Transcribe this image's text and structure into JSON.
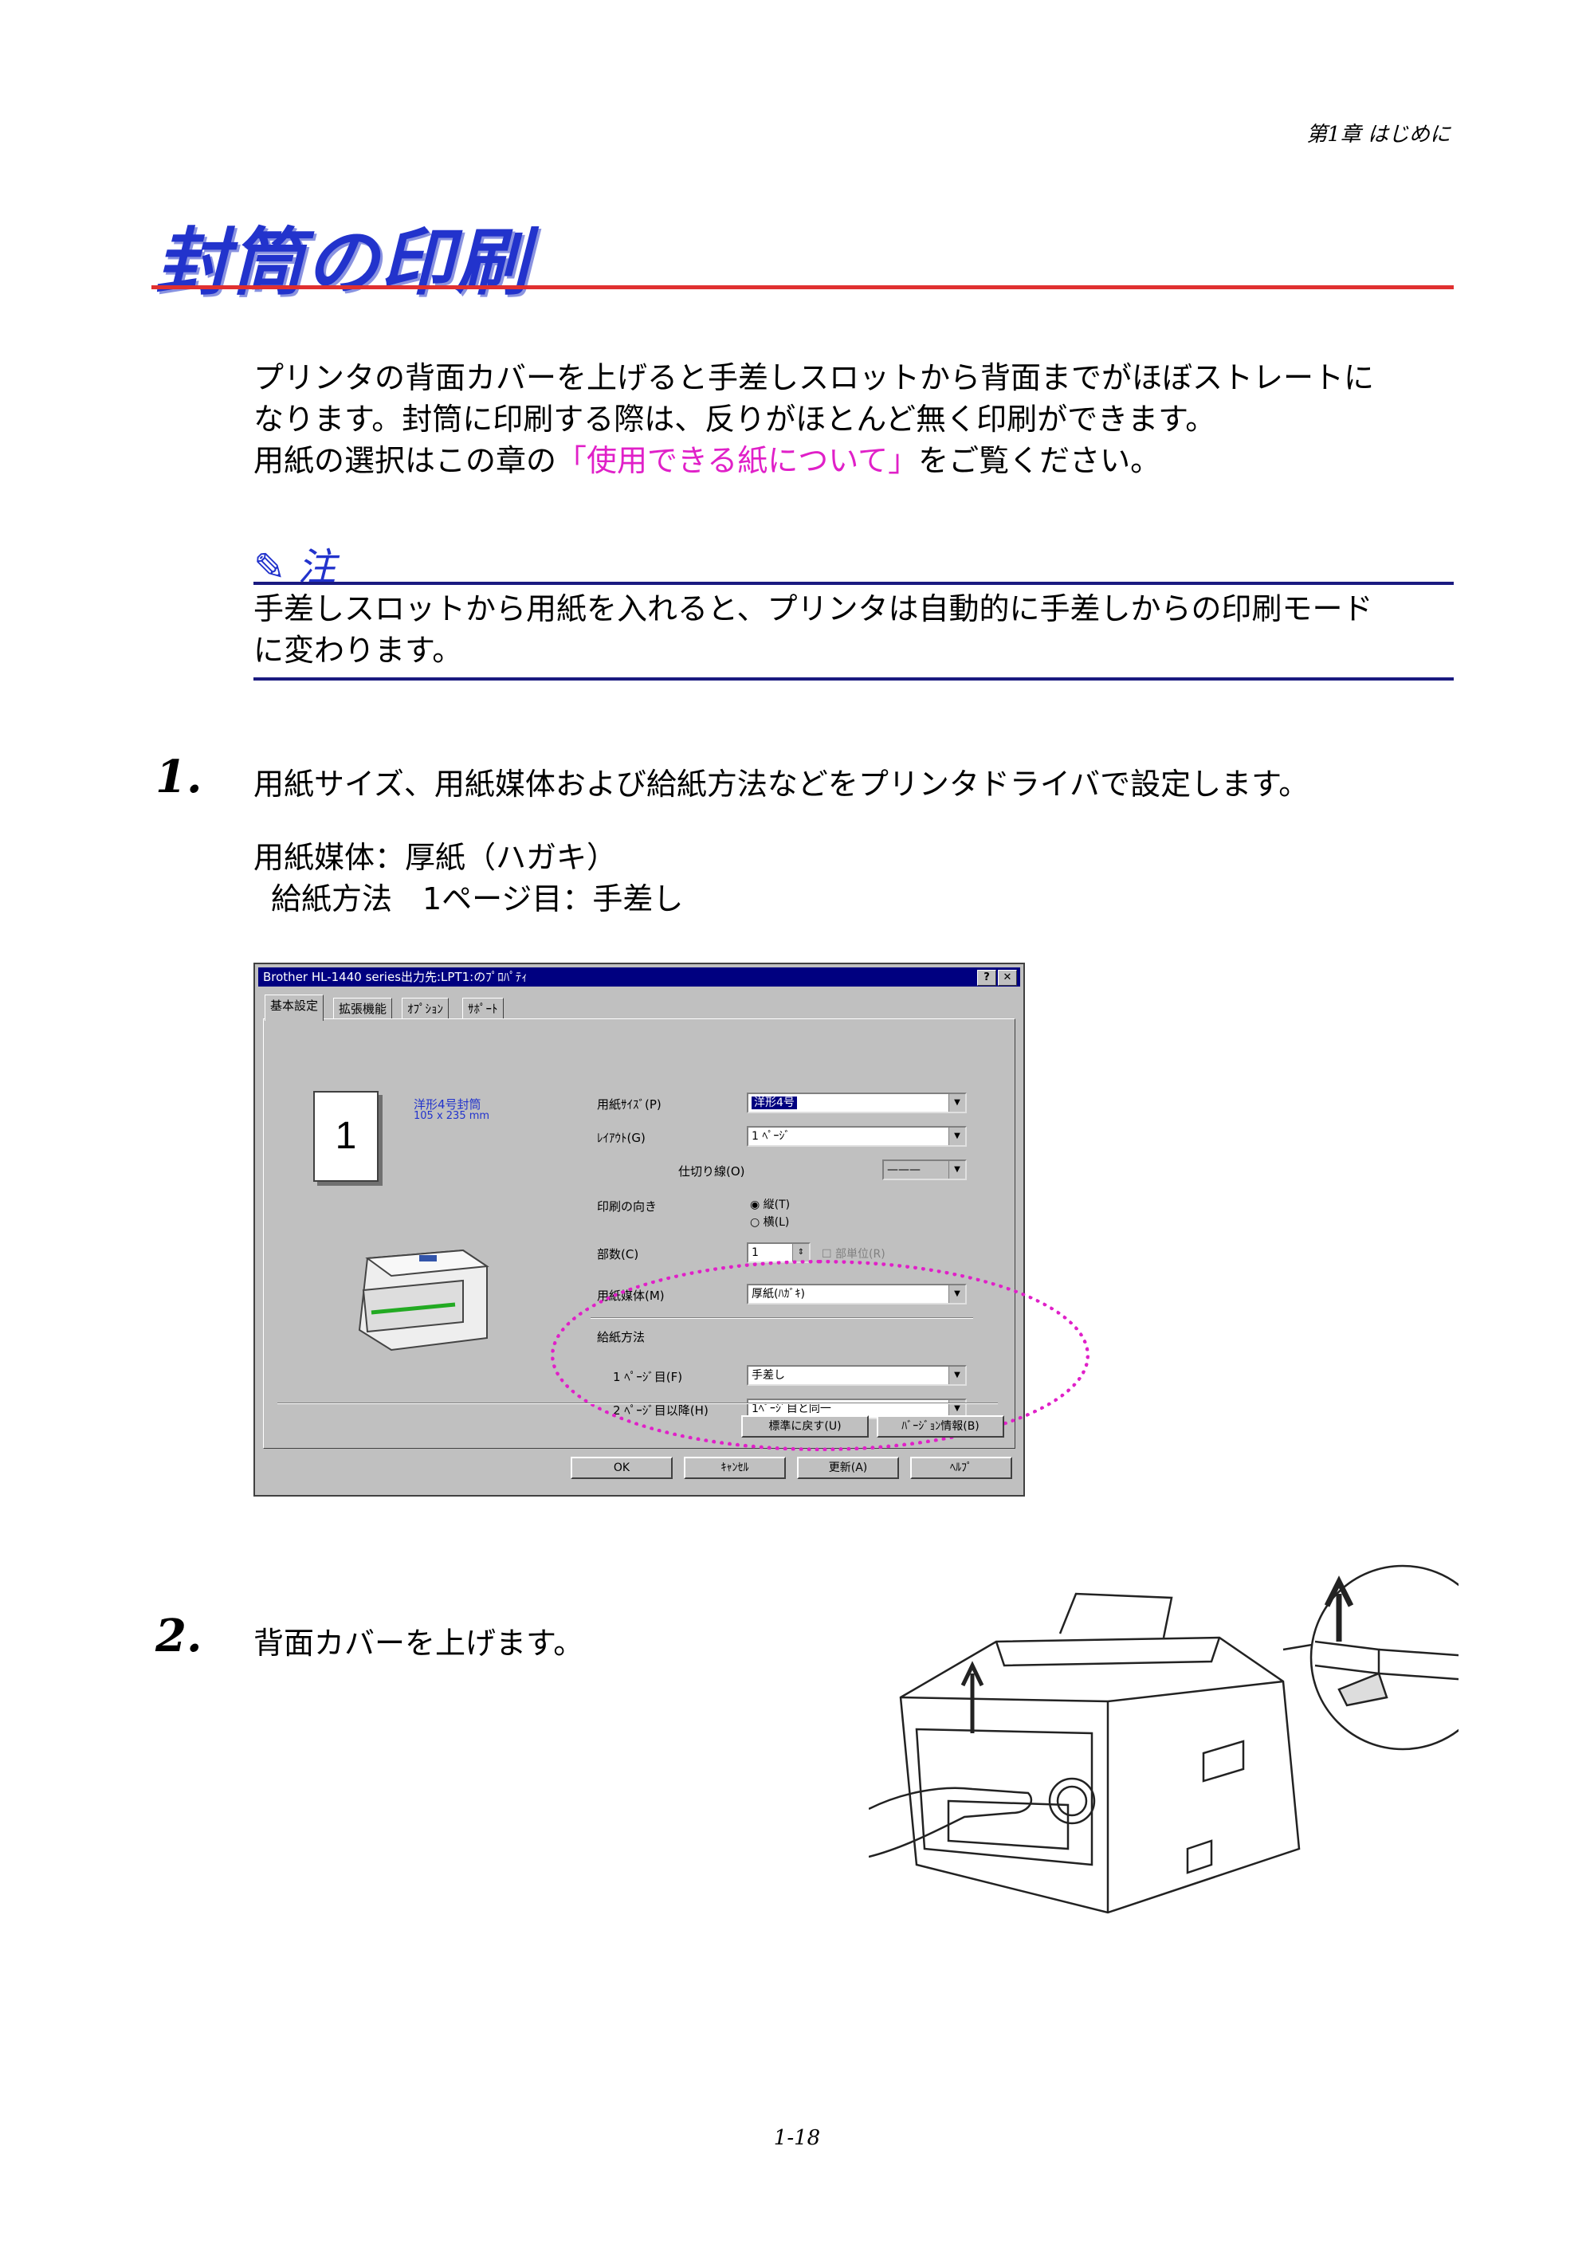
{
  "header": {
    "chapter": "第1章 はじめに"
  },
  "title": "封筒の印刷",
  "intro": {
    "line1": "プリンタの背面カバーを上げると手差しスロットから背面までがほぼストレートに",
    "line2": "なります。封筒に印刷する際は、反りがほとんど無く印刷ができます。",
    "line3_pre": "用紙の選択はこの章の",
    "line3_link": "「使用できる紙について」",
    "line3_post": "をご覧ください。"
  },
  "note": {
    "heading": "注",
    "line1": "手差しスロットから用紙を入れると、プリンタは自動的に手差しからの印刷モード",
    "line2": "に変わります。"
  },
  "steps": [
    {
      "num": "1.",
      "text": "用紙サイズ、用紙媒体および給紙方法などをプリンタドライバで設定します。"
    },
    {
      "num": "2.",
      "text": "背面カバーを上げます。"
    }
  ],
  "settings": {
    "line1": "用紙媒体：厚紙（ハガキ）",
    "line2": "給紙方法　1ページ目：手差し"
  },
  "dialog": {
    "title": "Brother HL-1440 series出力先:LPT1:のﾌﾟﾛﾊﾟﾃｨ",
    "help_btn": "?",
    "close_btn": "✕",
    "tabs": [
      "基本設定",
      "拡張機能",
      "ｵﾌﾟｼｮﾝ",
      "ｻﾎﾟｰﾄ"
    ],
    "page_number": "1",
    "paper_name": "洋形4号封筒",
    "paper_dims": "105 x 235 mm",
    "paper_size_label": "用紙ｻｲｽﾞ(P)",
    "paper_size_value": "洋形4号",
    "layout_label": "ﾚｲｱｳﾄ(G)",
    "layout_value": "1 ﾍﾟｰｼﾞ",
    "border_label": "仕切り線(O)",
    "border_value": "———",
    "orientation_label": "印刷の向き",
    "portrait": "縦(T)",
    "landscape": "横(L)",
    "copies_label": "部数(C)",
    "copies_value": "1",
    "collate": "部単位(R)",
    "media_label": "用紙媒体(M)",
    "media_value": "厚紙(ﾊｶﾞｷ)",
    "paper_source_label": "給紙方法",
    "first_page_label": "1 ﾍﾟｰｼﾞ目(F)",
    "first_page_value": "手差し",
    "other_pages_label": "2 ﾍﾟｰｼﾞ目以降(H)",
    "other_pages_value": "1ﾍﾟｰｼﾞ目と同一",
    "defaults_btn": "標準に戻す(U)",
    "version_btn": "ﾊﾞｰｼﾞｮﾝ情報(B)",
    "ok_btn": "OK",
    "cancel_btn": "ｷｬﾝｾﾙ",
    "apply_btn": "更新(A)",
    "help2_btn": "ﾍﾙﾌﾟ"
  },
  "footer": {
    "page": "1-18"
  }
}
